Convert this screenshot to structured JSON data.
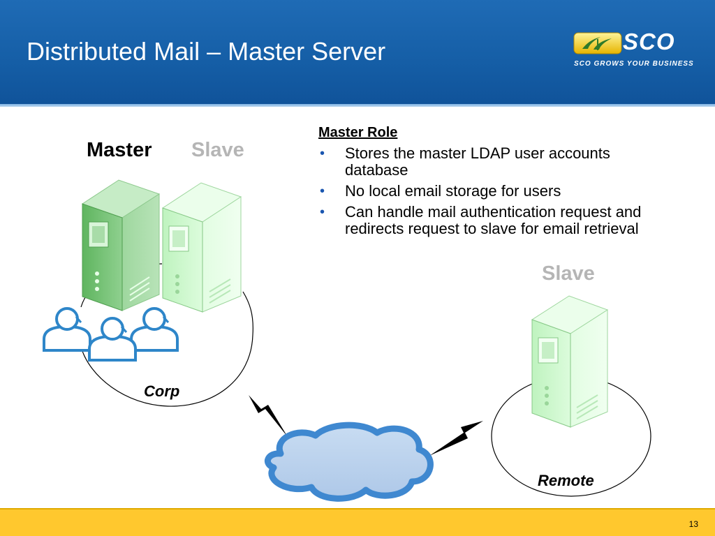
{
  "slide": {
    "title": "Distributed Mail – Master Server",
    "page_number": "13"
  },
  "logo": {
    "wordmark": "SCO",
    "tagline": "SCO GROWS YOUR BUSINESS"
  },
  "labels": {
    "master": "Master",
    "slave_corp": "Slave",
    "slave_remote": "Slave",
    "corp_site": "Corp",
    "remote_site": "Remote"
  },
  "master_role": {
    "heading": "Master Role",
    "bullets": [
      "Stores the master LDAP user accounts database",
      "No local email storage for users",
      "Can handle mail authentication request and redirects request to slave for email retrieval"
    ]
  },
  "colors": {
    "header_blue": "#155ea6",
    "footer_yellow": "#ffc82e",
    "master_server_green": "#7dc67d",
    "slave_server_green": "#d6fbd6",
    "cloud_blue": "#4a8fd2",
    "user_icon_blue": "#2e86c9",
    "slave_label_gray": "#b5b5b5"
  }
}
